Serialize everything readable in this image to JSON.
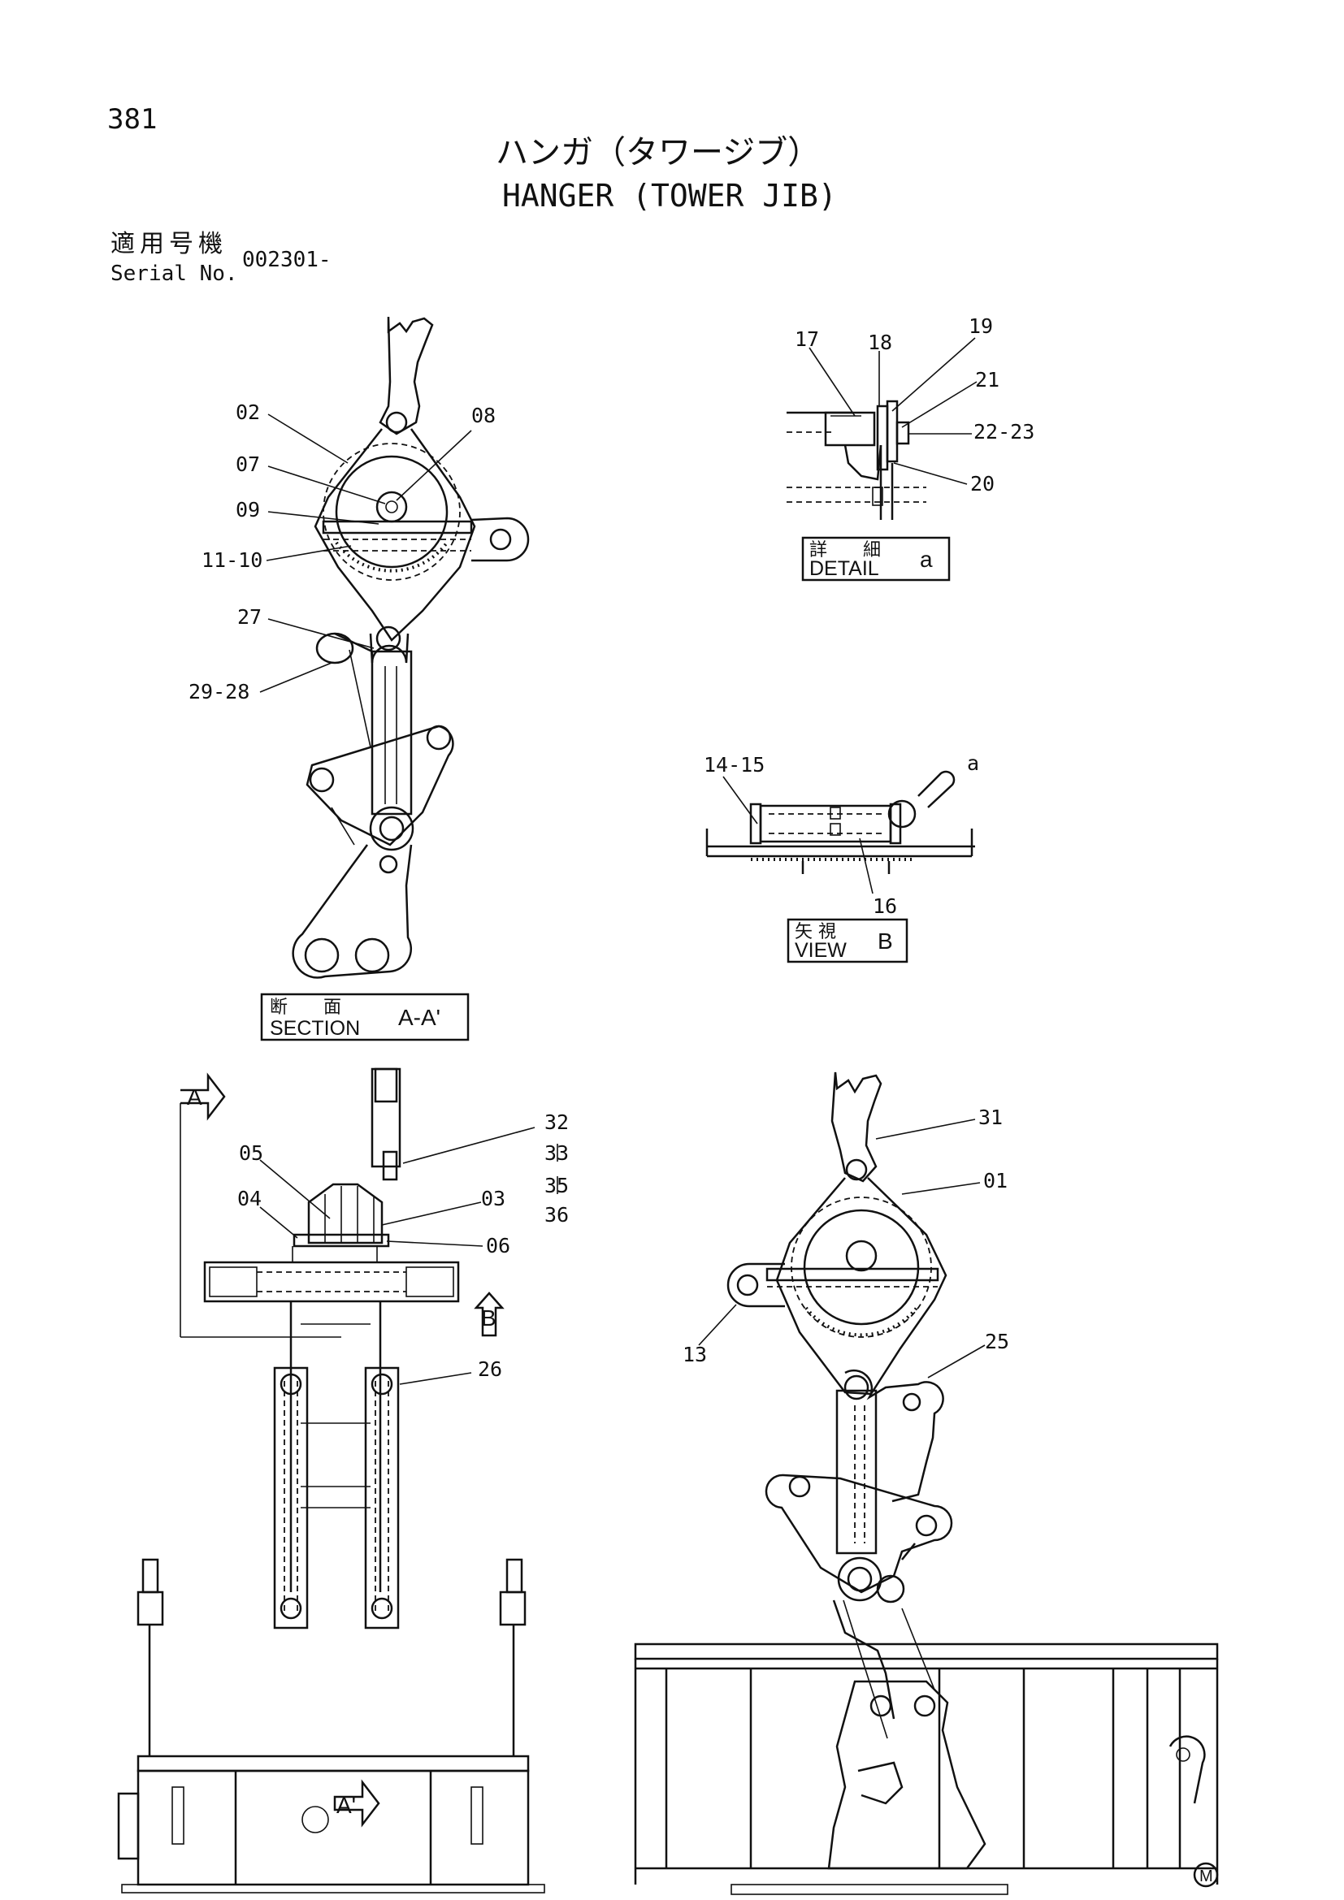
{
  "header": {
    "page_number": "381",
    "title_jp": "ハンガ（タワージブ）",
    "title_en": "HANGER (TOWER JIB)",
    "serial_label_jp": "適用号機",
    "serial_label_en": "Serial No.",
    "serial_value": "002301-"
  },
  "part_labels": {
    "p01": "01",
    "p02": "02",
    "p03": "03",
    "p04": "04",
    "p05": "05",
    "p06": "06",
    "p07": "07",
    "p08": "08",
    "p09": "09",
    "p11_10": "11-10",
    "p13": "13",
    "p14_15": "14-15",
    "p16": "16",
    "p17": "17",
    "p18": "18",
    "p19": "19",
    "p20": "20",
    "p21": "21",
    "p22_23": "22-23",
    "p25": "25",
    "p26": "26",
    "p27": "27",
    "p29_28": "29-28",
    "p31": "31",
    "p32": "32",
    "p33": "33",
    "p35": "35",
    "p36": "36",
    "a": "a"
  },
  "view_boxes": {
    "section": {
      "jp": "断　　面",
      "en": "SECTION",
      "id": "A-A'"
    },
    "detail": {
      "jp": "詳　　細",
      "en": "DETAIL",
      "id": "a"
    },
    "view": {
      "jp": "矢 視",
      "en": "VIEW",
      "id": "B"
    }
  },
  "arrows": {
    "a_top": "A",
    "a_bottom": "A'",
    "b": "B"
  },
  "footer": {
    "mark": "M"
  }
}
